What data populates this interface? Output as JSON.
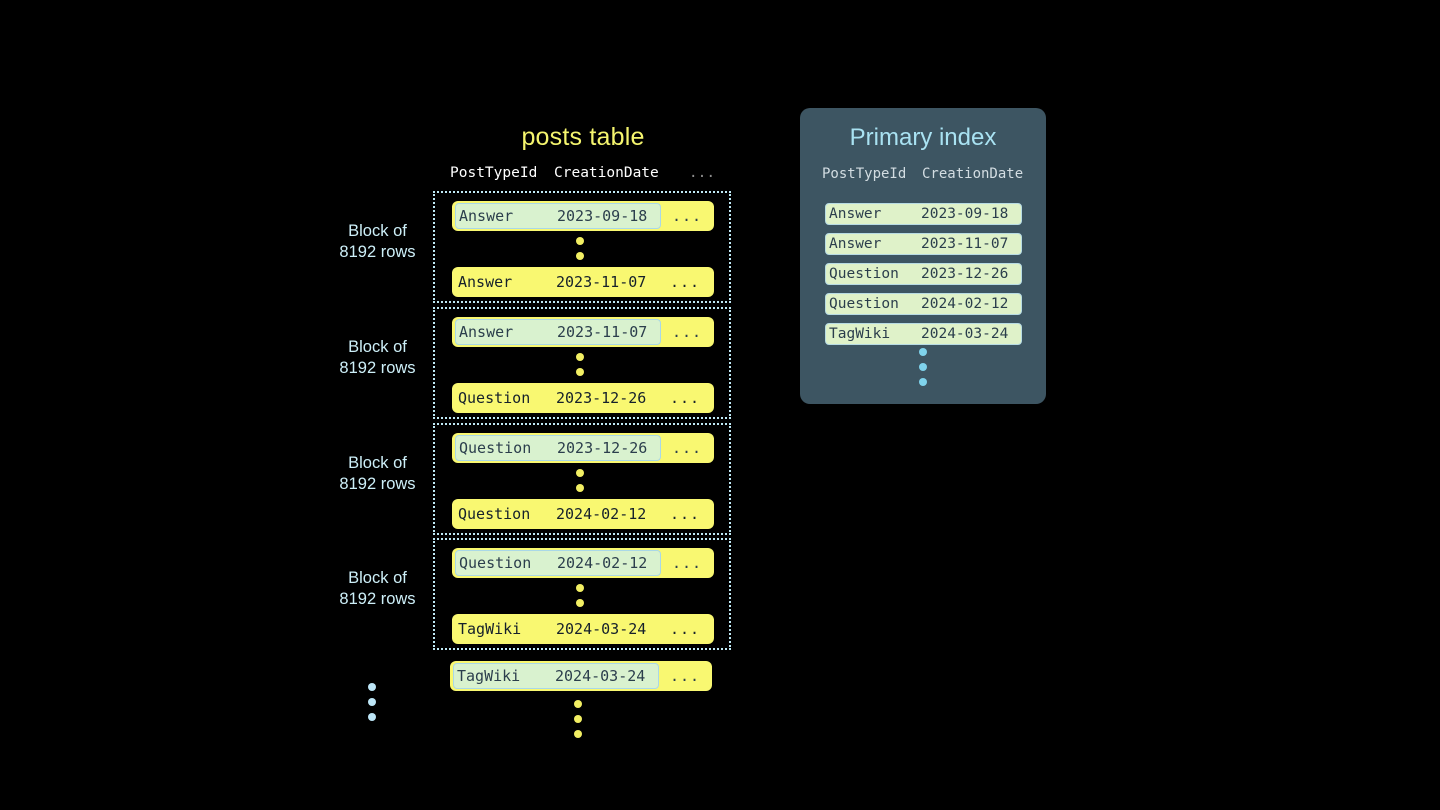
{
  "posts_table": {
    "title": "posts table",
    "columns": {
      "post_type_id": "PostTypeId",
      "creation_date": "CreationDate",
      "more": "..."
    },
    "blocks": [
      {
        "label_line1": "Block of",
        "label_line2": "8192 rows",
        "first_row": {
          "type": "Answer",
          "date": "2023-09-18",
          "more": "...",
          "highlighted": true
        },
        "last_row": {
          "type": "Answer",
          "date": "2023-11-07",
          "more": "...",
          "highlighted": false
        }
      },
      {
        "label_line1": "Block of",
        "label_line2": "8192 rows",
        "first_row": {
          "type": "Answer",
          "date": "2023-11-07",
          "more": "...",
          "highlighted": true
        },
        "last_row": {
          "type": "Question",
          "date": "2023-12-26",
          "more": "...",
          "highlighted": false
        }
      },
      {
        "label_line1": "Block of",
        "label_line2": "8192 rows",
        "first_row": {
          "type": "Question",
          "date": "2023-12-26",
          "more": "...",
          "highlighted": true
        },
        "last_row": {
          "type": "Question",
          "date": "2024-02-12",
          "more": "...",
          "highlighted": false
        }
      },
      {
        "label_line1": "Block of",
        "label_line2": "8192 rows",
        "first_row": {
          "type": "Question",
          "date": "2024-02-12",
          "more": "...",
          "highlighted": true
        },
        "last_row": {
          "type": "TagWiki",
          "date": "2024-03-24",
          "more": "...",
          "highlighted": false
        }
      }
    ],
    "trailing_row": {
      "type": "TagWiki",
      "date": "2024-03-24",
      "more": "...",
      "highlighted": true
    }
  },
  "primary_index": {
    "title": "Primary index",
    "columns": {
      "post_type_id": "PostTypeId",
      "creation_date": "CreationDate"
    },
    "entries": [
      {
        "type": "Answer",
        "date": "2023-09-18"
      },
      {
        "type": "Answer",
        "date": "2023-11-07"
      },
      {
        "type": "Question",
        "date": "2023-12-26"
      },
      {
        "type": "Question",
        "date": "2024-02-12"
      },
      {
        "type": "TagWiki",
        "date": "2024-03-24"
      }
    ]
  },
  "colors": {
    "background": "#000000",
    "row_yellow": "#f9f871",
    "highlight_green": "#d9f2cf",
    "highlight_border": "#a9d8e8",
    "block_border": "#bfe9f5",
    "title_yellow": "#f5f56e",
    "label_cyan": "#cdeff8",
    "panel_slate": "#3d5562",
    "panel_title": "#a9e2f2",
    "index_pill": "#dff2c9",
    "dot_yellow": "#f2ef63",
    "dot_cyan": "#7fd3ec"
  }
}
